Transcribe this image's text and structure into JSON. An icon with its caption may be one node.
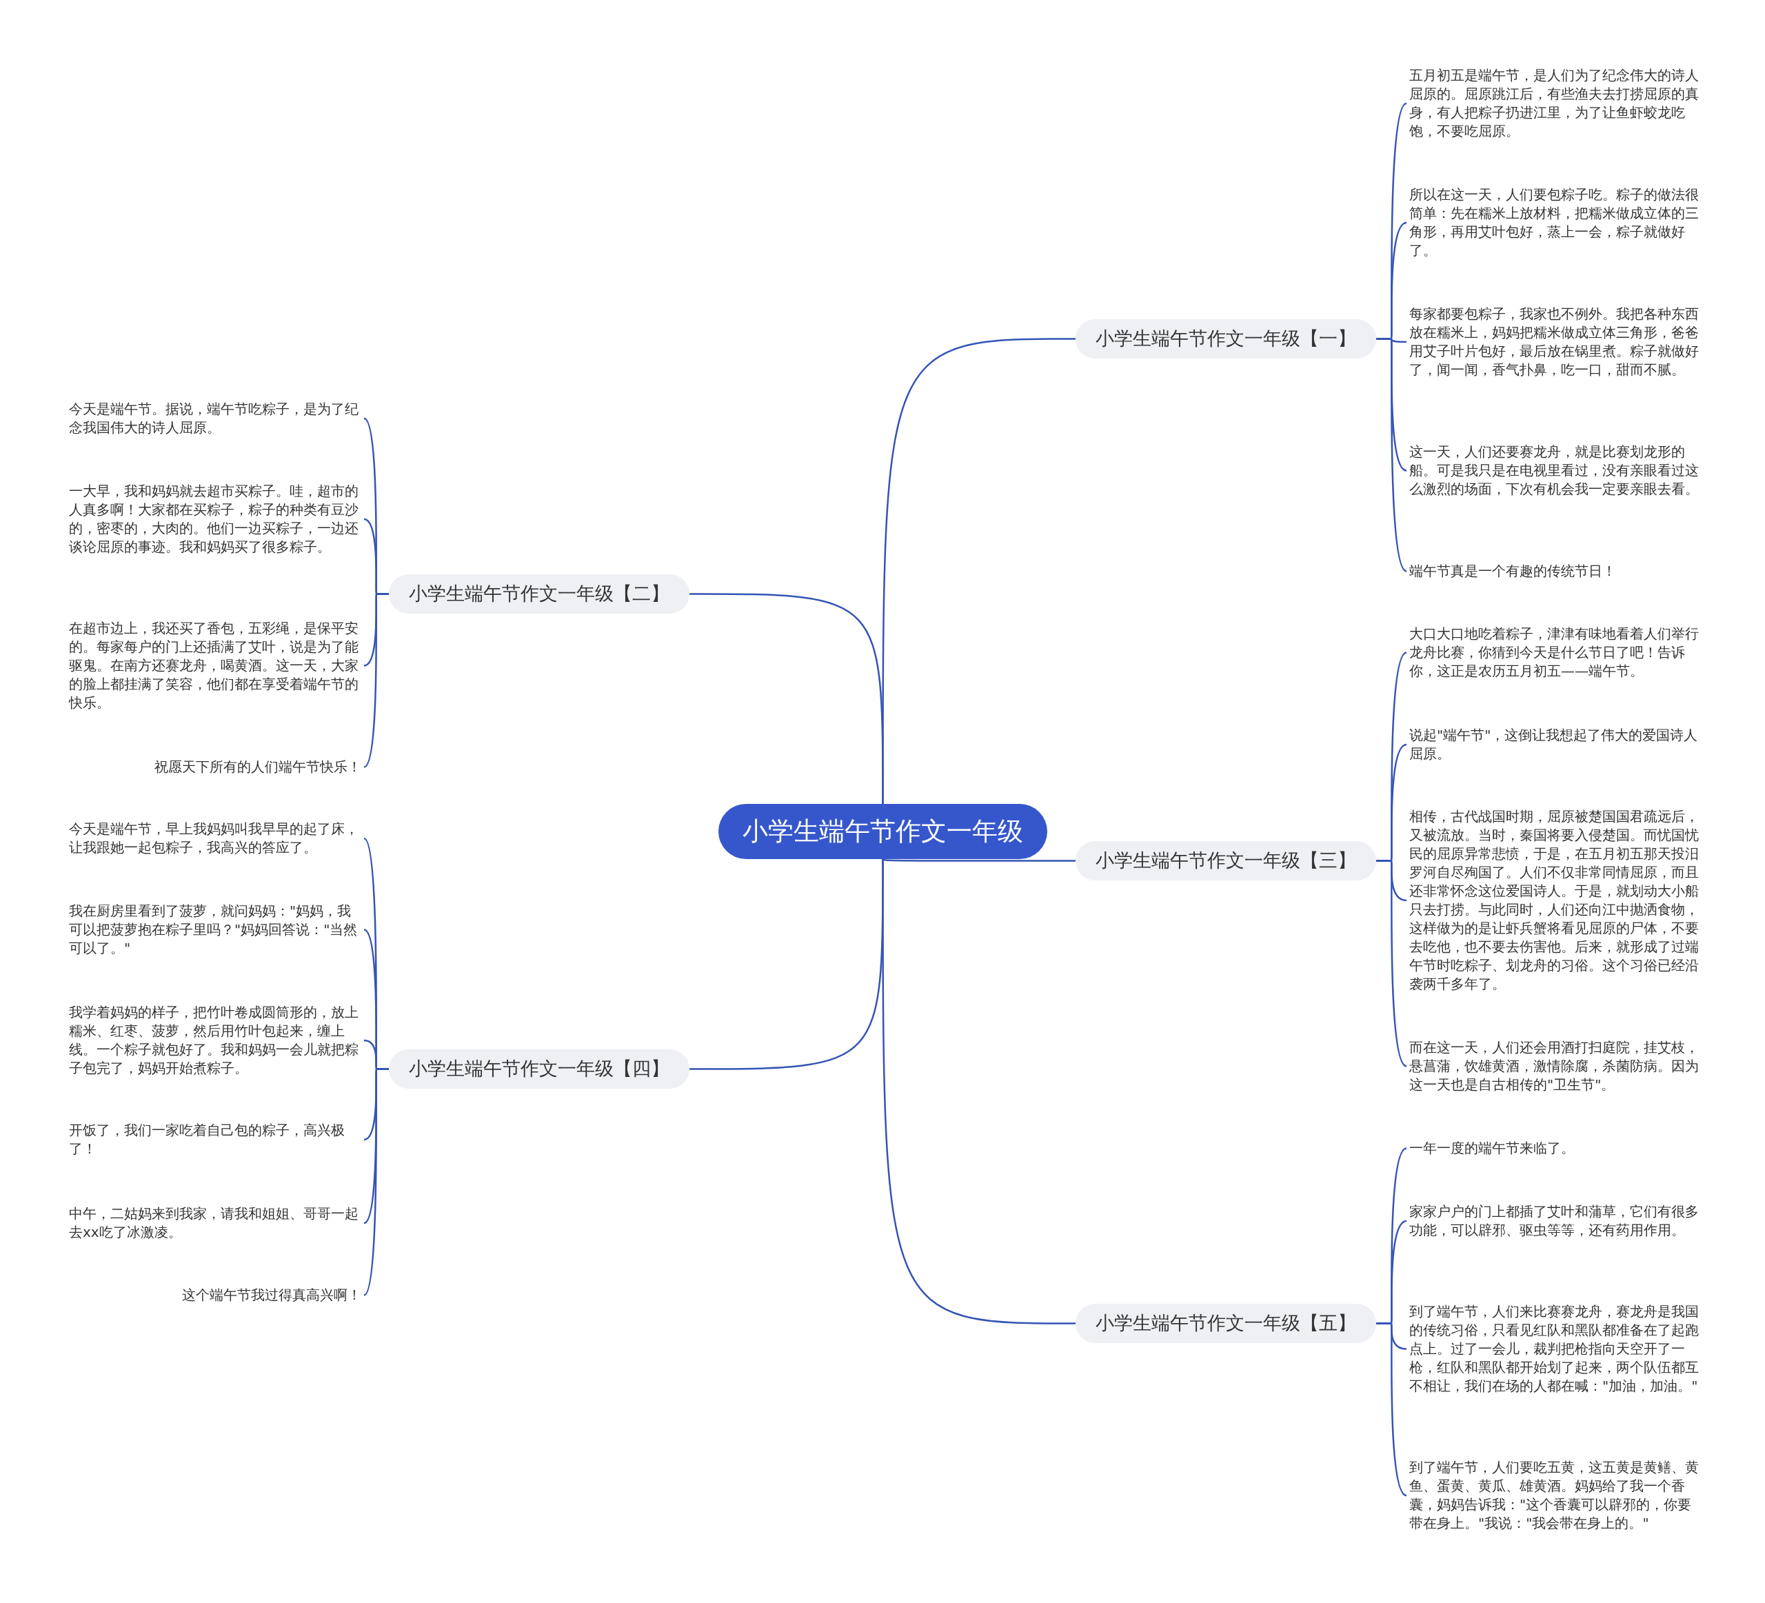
{
  "diagram": {
    "nodes": [
      {
        "text": [
          "小学生端午节作文一年级"
        ]
      },
      {
        "text": [
          "小学生端午节作文一年级【一】"
        ]
      },
      {
        "text": [
          "五月初五是端午节，是人们为了纪念伟大的诗人屈原的。屈原跳江后，有些渔夫去打捞屈原的真身，有人把粽子扔进江里，为了让鱼虾蛟龙吃饱，不要吃屈原。"
        ]
      },
      {
        "text": [
          "所以在这一天，人们要包粽子吃。粽子的做法很简单：先在糯米上放材料，把糯米做成立体的三角形，再用艾叶包好，蒸上一会，粽子就做好了。"
        ]
      },
      {
        "text": [
          "每家都要包粽子，我家也不例外。我把各种东西放在糯米上，妈妈把糯米做成立体三角形，爸爸用艾子叶片包好，最后放在锅里煮。粽子就做好了，闻一闻，香气扑鼻，吃一口，甜而不腻。"
        ]
      },
      {
        "text": [
          "这一天，人们还要赛龙舟，就是比赛划龙形的船。可是我只是在电视里看过，没有亲眼看过这么激烈的场面，下次有机会我一定要亲眼去看。"
        ]
      },
      {
        "text": [
          "端午节真是一个有趣的传统节日！"
        ]
      },
      {
        "text": [
          "小学生端午节作文一年级【二】"
        ]
      },
      {
        "text": [
          "今天是端午节。据说，端午节吃粽子，是为了纪念我国伟大的诗人屈原。"
        ]
      },
      {
        "text": [
          "一大早，我和妈妈就去超市买粽子。哇，超市的人真多啊！大家都在买粽子，粽子的种类有豆沙的，密枣的，大肉的。他们一边买粽子，一边还谈论屈原的事迹。我和妈妈买了很多粽子。"
        ]
      },
      {
        "text": [
          "在超市边上，我还买了香包，五彩绳，是保平安的。每家每户的门上还插满了艾叶，说是为了能驱鬼。在南方还赛龙舟，喝黄酒。这一天，大家的脸上都挂满了笑容，他们都在享受着端午节的快乐。"
        ]
      },
      {
        "text": [
          "祝愿天下所有的人们端午节快乐！"
        ]
      },
      {
        "text": [
          "小学生端午节作文一年级【三】"
        ]
      },
      {
        "text": [
          "大口大口地吃着粽子，津津有味地看着人们举行龙舟比赛，你猜到今天是什么节日了吧！告诉你，这正是农历五月初五——端午节。"
        ]
      },
      {
        "text": [
          "说起\"端午节\"，这倒让我想起了伟大的爱国诗人屈原。"
        ]
      },
      {
        "text": [
          "相传，古代战国时期，屈原被楚国国君疏远后，又被流放。当时，秦国将要入侵楚国。而忧国忧民的屈原异常悲愤，于是，在五月初五那天投汨罗河自尽殉国了。人们不仅非常同情屈原，而且还非常怀念这位爱国诗人。于是，就划动大小船只去打捞。与此同时，人们还向江中抛洒食物，这样做为的是让虾兵蟹将看见屈原的尸体，不要去吃他，也不要去伤害他。后来，就形成了过端午节时吃粽子、划龙舟的习俗。这个习俗已经沿袭两千多年了。"
        ]
      },
      {
        "text": [
          "而在这一天，人们还会用酒打扫庭院，挂艾枝，悬菖蒲，饮雄黄酒，激情除腐，杀菌防病。因为这一天也是自古相传的\"卫生节\"。"
        ]
      },
      {
        "text": [
          "小学生端午节作文一年级【四】"
        ]
      },
      {
        "text": [
          "今天是端午节，早上我妈妈叫我早早的起了床，让我跟她一起包粽子，我高兴的答应了。"
        ]
      },
      {
        "text": [
          "我在厨房里看到了菠萝，就问妈妈：\"妈妈，我可以把菠萝抱在粽子里吗？\"妈妈回答说：\"当然可以了。\""
        ]
      },
      {
        "text": [
          "我学着妈妈的样子，把竹叶卷成圆筒形的，放上糯米、红枣、菠萝，然后用竹叶包起来，缠上线。一个粽子就包好了。我和妈妈一会儿就把粽子包完了，妈妈开始煮粽子。"
        ]
      },
      {
        "text": [
          "开饭了，我们一家吃着自己包的粽子，高兴极了！"
        ]
      },
      {
        "text": [
          "中午，二姑妈来到我家，请我和姐姐、哥哥一起去xx吃了冰激凌。"
        ]
      },
      {
        "text": [
          "这个端午节我过得真高兴啊！"
        ]
      },
      {
        "text": [
          "小学生端午节作文一年级【五】"
        ]
      },
      {
        "text": [
          "一年一度的端午节来临了。"
        ]
      },
      {
        "text": [
          "家家户户的门上都插了艾叶和蒲草，它们有很多功能，可以辟邪、驱虫等等，还有药用作用。"
        ]
      },
      {
        "text": [
          "到了端午节，人们来比赛赛龙舟，赛龙舟是我国的传统习俗，只看见红队和黑队都准备在了起跑点上。过了一会儿，裁判把枪指向天空开了一枪，红队和黑队都开始划了起来，两个队伍都互不相让，我们在场的人都在喊：\"加油，加油。\""
        ]
      },
      {
        "text": [
          "到了端午节，人们要吃五黄，这五黄是黄鳝、黄鱼、蛋黄、黄瓜、雄黄酒。妈妈给了我一个香囊，妈妈告诉我：\"这个香囊可以辟邪的，你要带在身上。\"我说：\"我会带在身上的。\""
        ]
      }
    ],
    "edges": [
      {
        "from": 0,
        "to": 1,
        "arrow": "none"
      },
      {
        "from": 1,
        "to": 2,
        "arrow": "none"
      },
      {
        "from": 1,
        "to": 3,
        "arrow": "none"
      },
      {
        "from": 1,
        "to": 4,
        "arrow": "none"
      },
      {
        "from": 1,
        "to": 5,
        "arrow": "none"
      },
      {
        "from": 1,
        "to": 6,
        "arrow": "none"
      },
      {
        "from": 0,
        "to": 7,
        "arrow": "none"
      },
      {
        "from": 7,
        "to": 8,
        "arrow": "none"
      },
      {
        "from": 7,
        "to": 9,
        "arrow": "none"
      },
      {
        "from": 7,
        "to": 10,
        "arrow": "none"
      },
      {
        "from": 7,
        "to": 11,
        "arrow": "none"
      },
      {
        "from": 0,
        "to": 12,
        "arrow": "none"
      },
      {
        "from": 12,
        "to": 13,
        "arrow": "none"
      },
      {
        "from": 12,
        "to": 14,
        "arrow": "none"
      },
      {
        "from": 12,
        "to": 15,
        "arrow": "none"
      },
      {
        "from": 12,
        "to": 16,
        "arrow": "none"
      },
      {
        "from": 0,
        "to": 17,
        "arrow": "none"
      },
      {
        "from": 17,
        "to": 18,
        "arrow": "none"
      },
      {
        "from": 17,
        "to": 19,
        "arrow": "none"
      },
      {
        "from": 17,
        "to": 20,
        "arrow": "none"
      },
      {
        "from": 17,
        "to": 21,
        "arrow": "none"
      },
      {
        "from": 17,
        "to": 22,
        "arrow": "none"
      },
      {
        "from": 17,
        "to": 23,
        "arrow": "none"
      },
      {
        "from": 0,
        "to": 24,
        "arrow": "none"
      },
      {
        "from": 24,
        "to": 25,
        "arrow": "none"
      },
      {
        "from": 24,
        "to": 26,
        "arrow": "none"
      },
      {
        "from": 24,
        "to": 27,
        "arrow": "none"
      },
      {
        "from": 24,
        "to": 28,
        "arrow": "none"
      }
    ]
  }
}
